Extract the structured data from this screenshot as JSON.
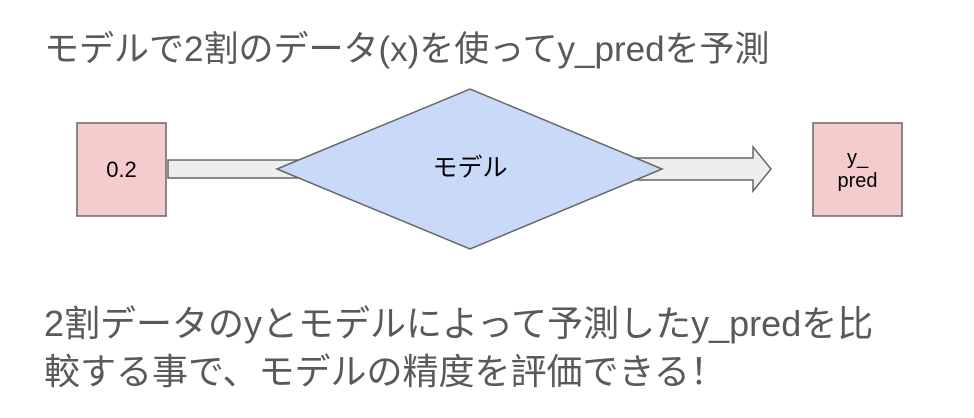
{
  "title": "モデルで2割のデータ(x)を使ってy_predを予測",
  "diagram": {
    "input_box": {
      "label": "0.2",
      "fill": "#f4cccc",
      "stroke": "#666666"
    },
    "model": {
      "label": "モデル",
      "fill": "#c9daf8",
      "stroke": "#666666"
    },
    "output_box": {
      "label_line1": "y_",
      "label_line2": "pred",
      "fill": "#f4cccc",
      "stroke": "#666666"
    },
    "arrow": {
      "fill": "#eeeeee",
      "stroke": "#666666"
    }
  },
  "caption": {
    "line1": "2割データのyとモデルによって予測したy_predを比",
    "line2": "較する事で、モデルの精度を評価できる！"
  },
  "colors": {
    "text": "#595959"
  }
}
